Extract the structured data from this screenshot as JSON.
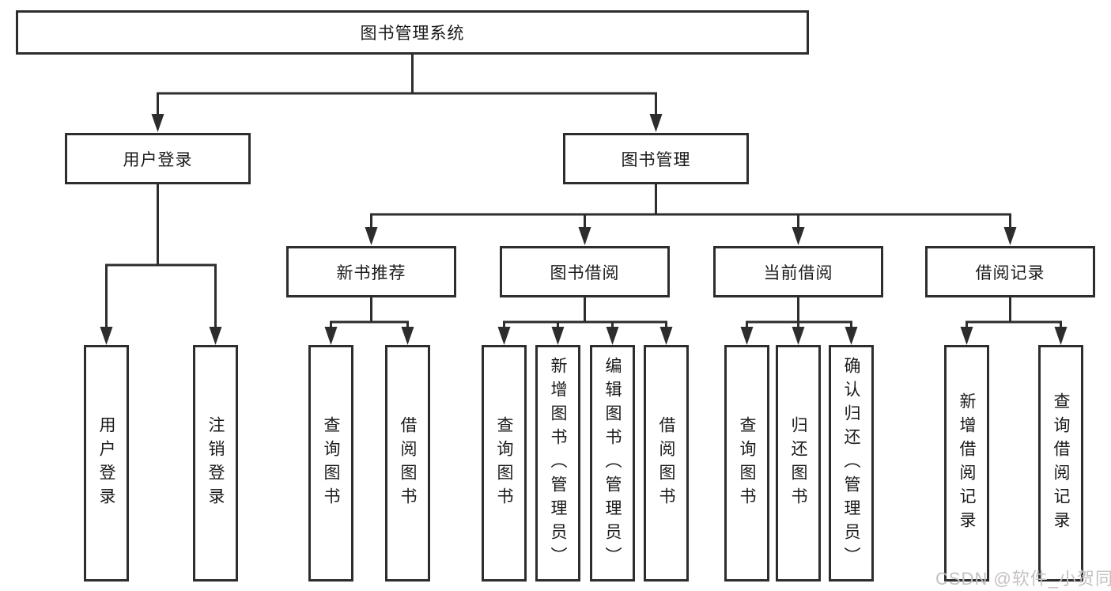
{
  "nodes": {
    "root": "图书管理系统",
    "user_login": "用户登录",
    "book_mgmt": "图书管理",
    "new_book_rec": "新书推荐",
    "book_borrow": "图书借阅",
    "current_borrow": "当前借阅",
    "borrow_records": "借阅记录",
    "leaf_user_login": "用户登录",
    "leaf_logout": "注销登录",
    "rec_query_book": "查询图书",
    "rec_borrow_book": "借阅图书",
    "bor_query_book": "查询图书",
    "bor_add_book": "新增图书（管理员）",
    "bor_edit_book": "编辑图书（管理员）",
    "bor_borrow_book": "借阅图书",
    "cur_query_book": "查询图书",
    "cur_return_book": "归还图书",
    "cur_confirm_return": "确认归还（管理员）",
    "rcd_add_record": "新增借阅记录",
    "rcd_query_record": "查询借阅记录"
  },
  "watermark": "CSDN @软件_小贺同学",
  "colors": {
    "line": "#2d2d2d",
    "text": "#1a1a1a",
    "watermark": "#c6c1c1",
    "background": "#ffffff"
  }
}
